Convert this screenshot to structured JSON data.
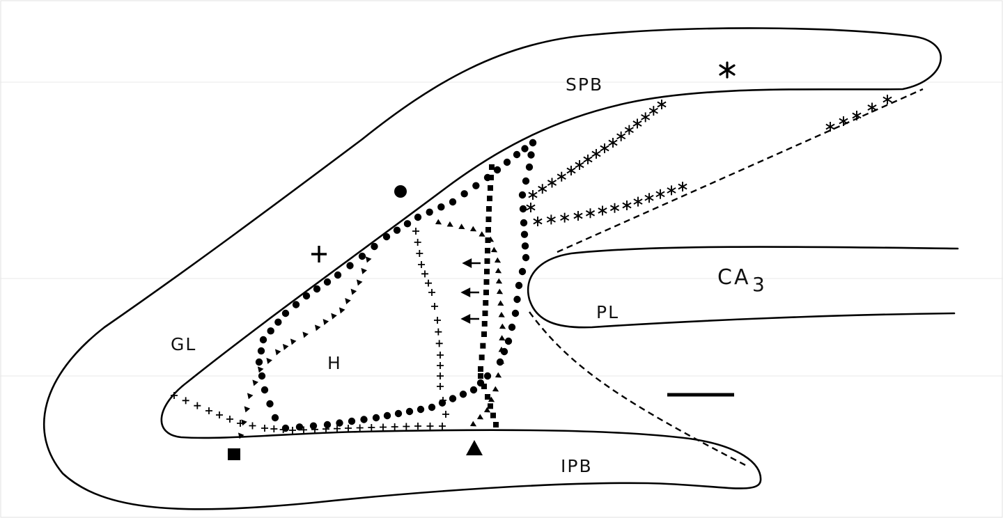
{
  "labels": {
    "spb": "SPB",
    "ipb": "IPB",
    "gl": "GL",
    "h": "H",
    "pl": "PL",
    "ca3": "CA",
    "ca3_sub": "3"
  },
  "legend_markers": {
    "filled_circle": "filled-circle",
    "plus": "plus",
    "asterisk": "asterisk",
    "square": "filled-square",
    "triangle": "filled-triangle"
  },
  "colors": {
    "ink": "#000000",
    "background": "#ffffff"
  }
}
